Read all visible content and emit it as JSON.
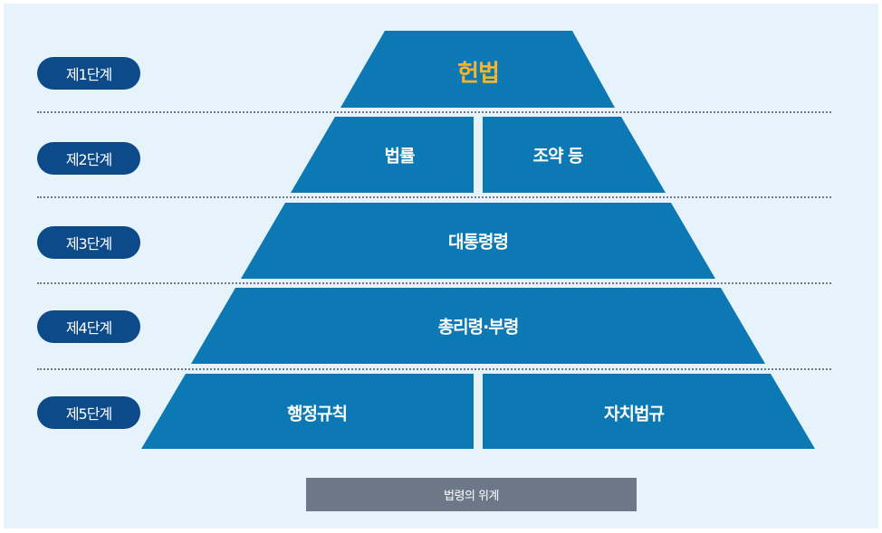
{
  "stages": [
    {
      "label": "제1단계"
    },
    {
      "label": "제2단계"
    },
    {
      "label": "제3단계"
    },
    {
      "label": "제4단계"
    },
    {
      "label": "제5단계"
    }
  ],
  "levels": {
    "l1": "헌법",
    "l2a": "법률",
    "l2b": "조약 등",
    "l3": "대통령령",
    "l4": "총리령·부령",
    "l5a": "행정규칙",
    "l5b": "자치법규"
  },
  "caption": "법령의 위계",
  "colors": {
    "pyramid_fill": "#0c79b4",
    "pill_fill": "#0d4a8a",
    "top_text": "#f5b52a",
    "background": "#e6f3fb",
    "caption_fill": "#6c7888"
  }
}
